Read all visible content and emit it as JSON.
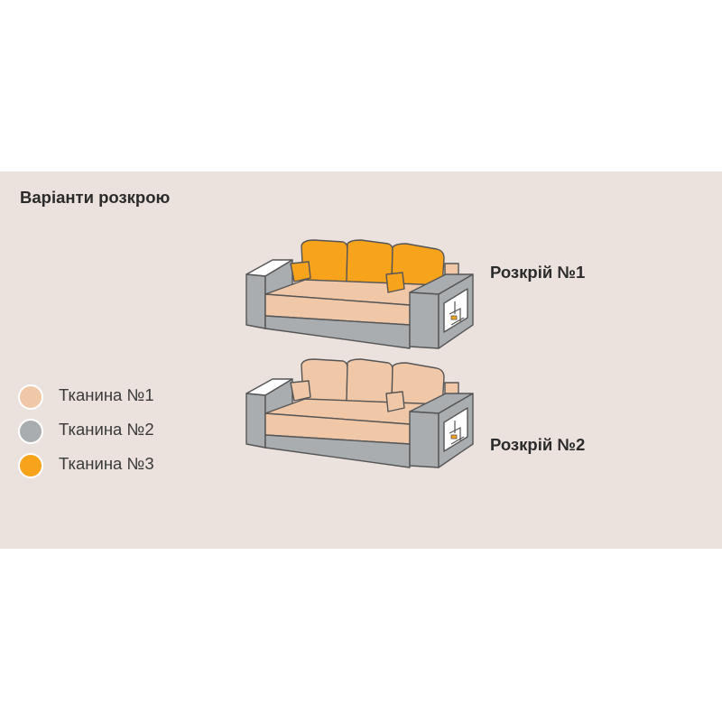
{
  "title": "Варіанти розкрою",
  "cuts": [
    {
      "label": "Розкрій №1"
    },
    {
      "label": "Розкрій №2"
    }
  ],
  "legend": [
    {
      "label": "Тканина №1",
      "color": "#f0c8a8"
    },
    {
      "label": "Тканина №2",
      "color": "#a9adb0"
    },
    {
      "label": "Тканина №3",
      "color": "#f7a31c"
    }
  ],
  "colors": {
    "background": "#ebe1dd",
    "fabric_1": "#f0c8a8",
    "fabric_2": "#a9adb0",
    "fabric_3": "#f7a31c",
    "outline": "#555555"
  }
}
